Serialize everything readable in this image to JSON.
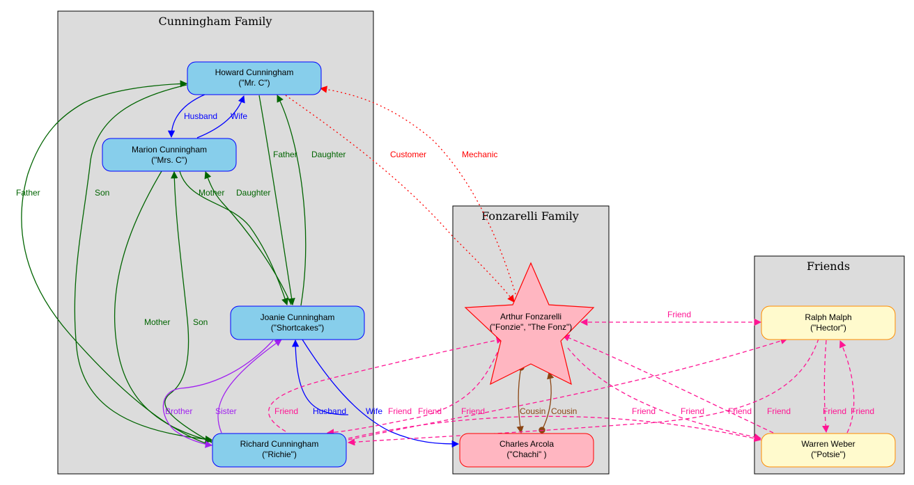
{
  "clusters": {
    "cunningham": "Cunningham Family",
    "fonzarelli": "Fonzarelli Family",
    "friends": "Friends"
  },
  "nodes": {
    "howard": {
      "line1": "Howard Cunningham",
      "line2": "(\"Mr. C\")"
    },
    "marion": {
      "line1": "Marion Cunningham",
      "line2": "(\"Mrs. C\")"
    },
    "joanie": {
      "line1": "Joanie Cunningham",
      "line2": "(\"Shortcakes\")"
    },
    "richie": {
      "line1": "Richard Cunningham",
      "line2": "(\"Richie\")"
    },
    "fonzie": {
      "line1": "Arthur Fonzarelli",
      "line2": "(\"Fonzie\", \"The Fonz\")"
    },
    "chachi": {
      "line1": "Charles Arcola",
      "line2": "(\"Chachi\" )"
    },
    "ralph": {
      "line1": "Ralph Malph",
      "line2": "(\"Hector\")"
    },
    "potsie": {
      "line1": "Warren Weber",
      "line2": "(\"Potsie\")"
    }
  },
  "edge_labels": {
    "husband": "Husband",
    "wife": "Wife",
    "father": "Father",
    "mother": "Mother",
    "son": "Son",
    "daughter": "Daughter",
    "brother": "Brother",
    "sister": "Sister",
    "customer": "Customer",
    "mechanic": "Mechanic",
    "friend": "Friend",
    "cousin": "Cousin"
  },
  "colors": {
    "family_fill": "#87ceeb",
    "family_stroke": "#0000ff",
    "fonz_fill": "#ffb6c1",
    "fonz_stroke": "#ff0000",
    "friend_fill": "#fffacd",
    "friend_stroke": "#ff8c00",
    "spouse": "#0000ff",
    "parent": "#006400",
    "sibling": "#a020f0",
    "business": "#ff0000",
    "friend": "#ff1493",
    "cousin": "#8b4513"
  }
}
